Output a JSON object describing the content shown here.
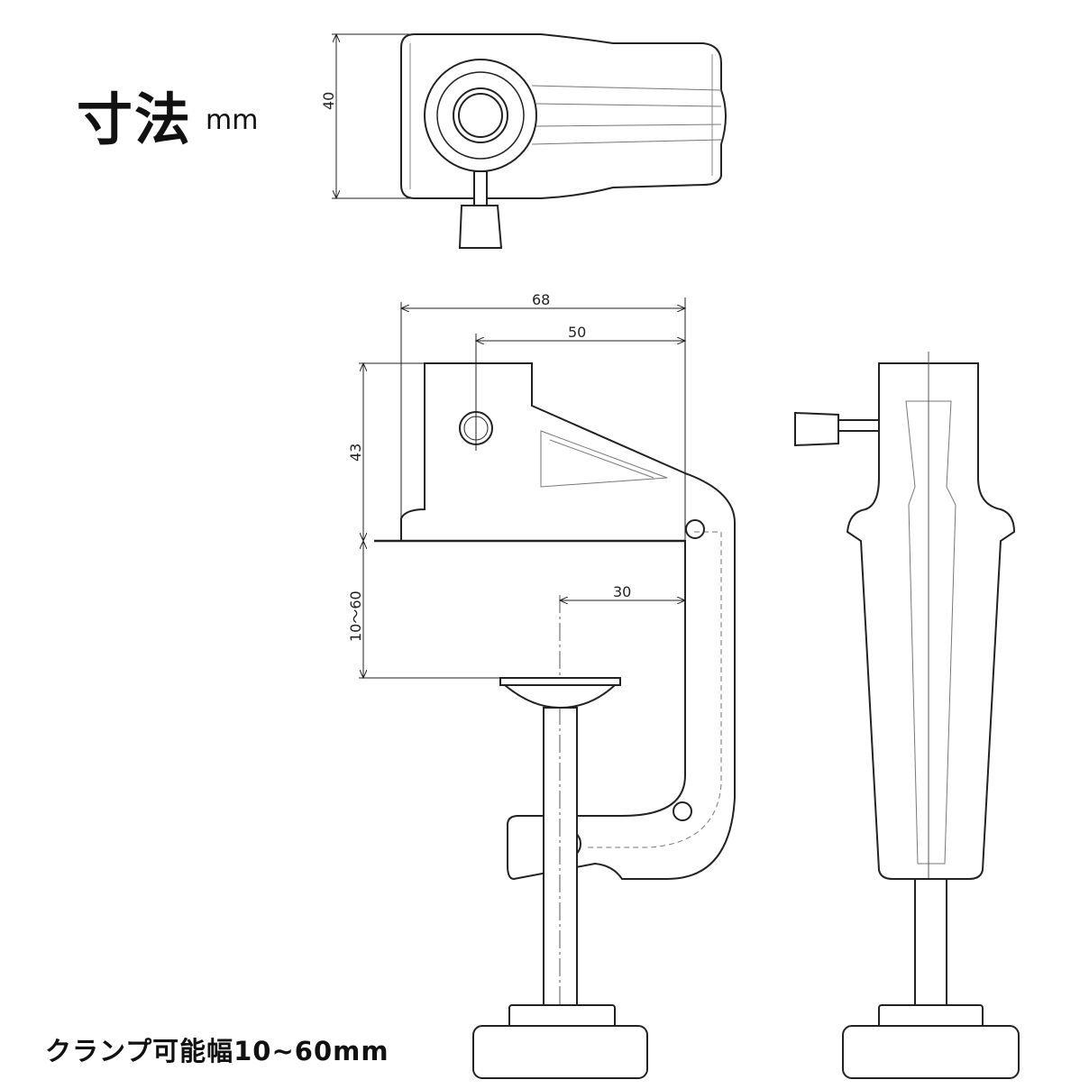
{
  "header": {
    "title": "寸法",
    "unit": "mm"
  },
  "dimensions": {
    "depth_top": "40",
    "overall_length": "68",
    "center_offset": "50",
    "height": "43",
    "clamp_range": "10～60",
    "screw_offset": "30"
  },
  "caption": "クランプ可能幅10~60mm",
  "colors": {
    "line": "#222222",
    "background": "#ffffff"
  }
}
